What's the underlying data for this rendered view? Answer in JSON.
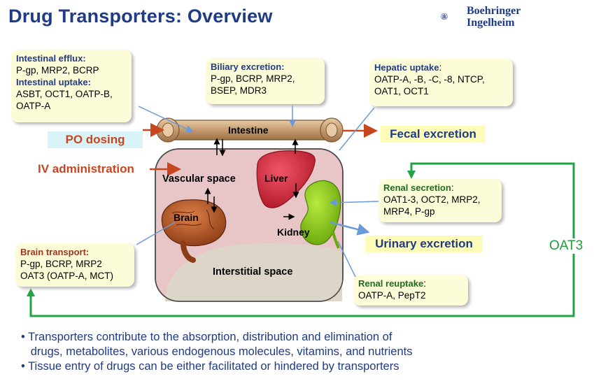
{
  "title": "Drug Transporters: Overview",
  "logo": {
    "line1": "Boehringer",
    "line2": "Ingelheim"
  },
  "notes": {
    "intestinal": {
      "efflux_head": "Intestinal efflux:",
      "efflux_body": "P-gp, MRP2, BCRP",
      "uptake_head": "Intestinal uptake:",
      "uptake_body": "ASBT, OCT1, OATP-B, OATP-A"
    },
    "biliary": {
      "head": "Biliary excretion:",
      "body": "P-gp, BCRP, MRP2, BSEP, MDR3"
    },
    "hepatic": {
      "head": "Hepatic uptake",
      "colon": ":",
      "body": "OATP-A, -B, -C, -8, NTCP, OAT1, OCT1"
    },
    "renal_secretion": {
      "head": "Renal secretion",
      "colon": ":",
      "body": "OAT1-3, OCT2, MRP2, MRP4, P-gp"
    },
    "brain": {
      "head": "Brain transport:",
      "line1": "P-gp, BCRP, MRP2",
      "line2": "OAT3 (OATP-A, MCT)"
    },
    "renal_reuptake": {
      "head": "Renal reuptake",
      "colon": ":",
      "body": "OATP-A, PepT2"
    }
  },
  "labels": {
    "po_dosing": "PO dosing",
    "iv_administration": "IV administration",
    "fecal_excretion": "Fecal excretion",
    "urinary_excretion": "Urinary excretion",
    "oat3": "OAT3",
    "intestine": "Intestine",
    "vascular_space": "Vascular space",
    "liver": "Liver",
    "brain": "Brain",
    "kidney": "Kidney",
    "interstitial_space": "Interstitial space"
  },
  "bullets": [
    "• Transporters contribute to the absorption, distribution and elimination of",
    "   drugs, metabolites, various endogenous molecules, vitamins, and nutrients",
    "• Tissue entry of drugs can be either facilitated or hindered by transporters"
  ],
  "colors": {
    "title": "#1f3b86",
    "arrow_red": "#c8461e",
    "green_loop": "#22a346",
    "oat3_text": "#1f9b3c",
    "tissue": "#e8c6c8",
    "interstitial": "#ddd6c8",
    "liver": "#d12a3c",
    "kidney": "#88c818",
    "brain": "#b55a2a",
    "intestine": "#c9a27a",
    "po_bg": "#d8f4f8",
    "urinary_bg": "#fdfcb8",
    "pointer": "#6a9ad8"
  }
}
